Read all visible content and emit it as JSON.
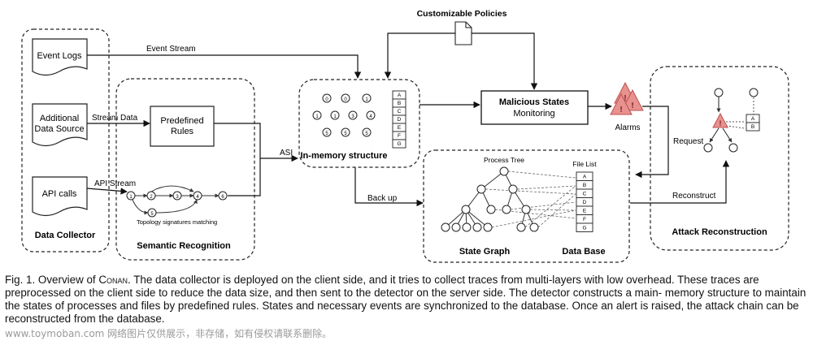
{
  "diagram": {
    "customizable_policies": "Customizable Policies",
    "event_stream": "Event Stream",
    "stream_data": "Stream Data",
    "api_stream": "API Stream",
    "asi": "ASI",
    "back_up": "Back up",
    "request": "Request",
    "reconstruct": "Reconstruct",
    "alarms": "Alarms",
    "data_collector": {
      "title": "Data Collector",
      "event_logs": "Event Logs",
      "additional_line1": "Additional",
      "additional_line2": "Data Source",
      "api_calls": "API calls"
    },
    "semantic": {
      "title": "Semantic Recognition",
      "rules_line1": "Predefined",
      "rules_line2": "Rules",
      "topology": "Topology signatures matching",
      "nodes": [
        "1",
        "2",
        "3",
        "4",
        "6",
        "5"
      ]
    },
    "memory": {
      "title": "In-memory structure",
      "table": [
        "A",
        "B",
        "C",
        "D",
        "E",
        "F",
        "G"
      ],
      "nodes": [
        "0",
        "0",
        "1",
        "1",
        "1",
        "3",
        "4",
        "5",
        "5",
        "5"
      ]
    },
    "malicious": {
      "title": "Malicious States",
      "subtitle": "Monitoring"
    },
    "state_graph": {
      "process_tree": "Process Tree",
      "file_list": "File List",
      "state_graph_label": "State Graph",
      "data_base_label": "Data Base",
      "files": [
        "A",
        "B",
        "C",
        "D",
        "E",
        "F",
        "G"
      ]
    },
    "attack": {
      "title": "Attack Reconstruction",
      "table": [
        "A",
        "B"
      ]
    }
  },
  "caption": {
    "fig": "Fig. 1. Overview of",
    "name": "Conan",
    "line1_rest": ". The data collector is deployed on the client side, and it tries to collect traces from multi-layers with low overhead. These",
    "line2": "traces are preprocessed on the client side to reduce the data size, and then sent to the detector on the server side. The detector constructs a main-",
    "line3": "memory structure to maintain the states of processes and files by predefined rules. States and necessary events are synchronized to the database.",
    "line4": "Once an alert is raised, the attack chain can be reconstructed from the database."
  },
  "watermark": "www.toymoban.com 网络图片仅供展示，非存储，如有侵权请联系删除。"
}
